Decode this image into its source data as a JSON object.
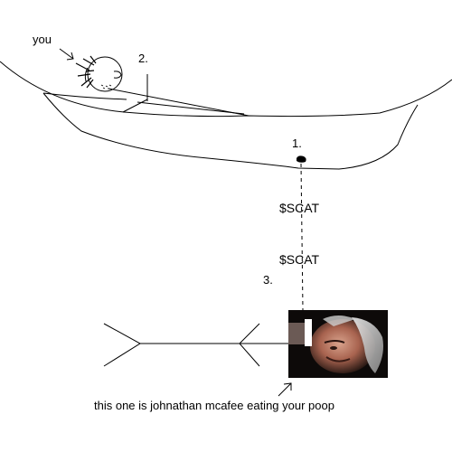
{
  "labels": {
    "you": "you",
    "step_1": "1.",
    "step_2": "2.",
    "step_3": "3.",
    "ticker_1": "$SCAT",
    "ticker_2": "$SCAT",
    "caption": "this one is johnathan mcafee eating your poop"
  },
  "colors": {
    "ink": "#000000",
    "background": "#ffffff"
  },
  "icons": {
    "face": "stick-figure-face-icon",
    "arrow": "arrow-icon",
    "poop": "poop-blob-icon",
    "photo": "man-face-photo"
  }
}
